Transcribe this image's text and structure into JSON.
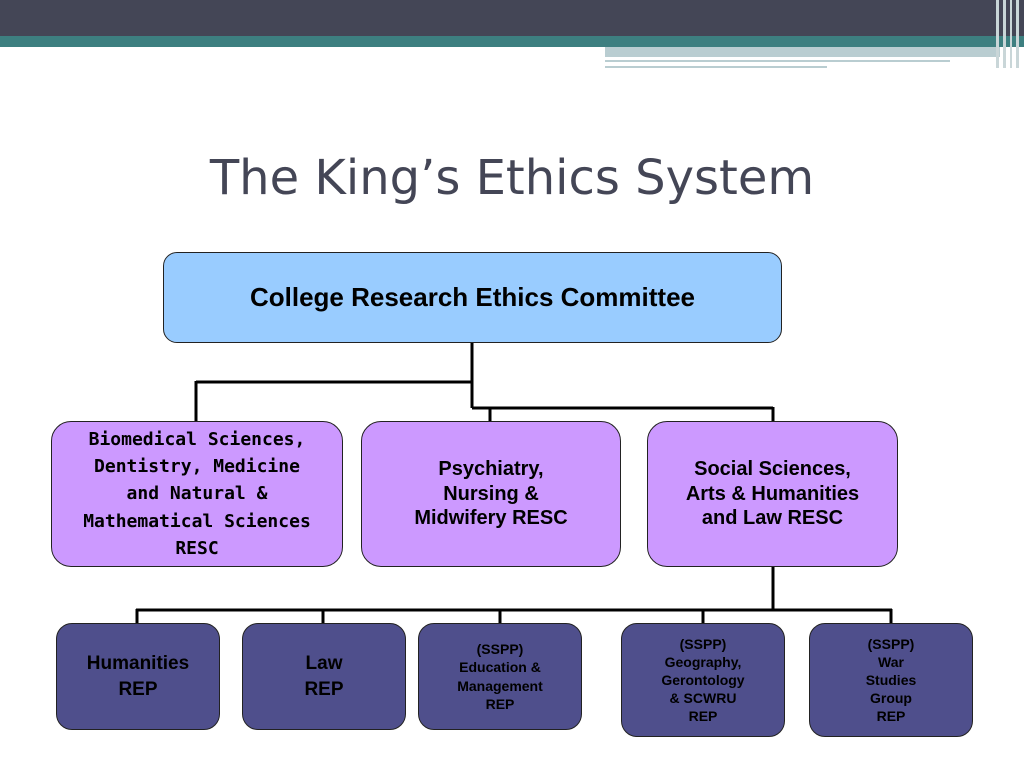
{
  "title": "The King’s Ethics System",
  "colors": {
    "header_dark": "#444656",
    "header_teal": "#3d7f80",
    "root_fill": "#99ccff",
    "resc_fill": "#cc99ff",
    "rep_fill": "#4f4f8c"
  },
  "nodes": {
    "root": "College Research Ethics Committee",
    "resc": [
      "Biomedical Sciences,\nDentistry, Medicine\nand Natural &\nMathematical Sciences\nRESC",
      "Psychiatry,\nNursing &\nMidwifery RESC",
      "Social Sciences,\nArts & Humanities\nand Law RESC"
    ],
    "reps": [
      "Humanities\nREP",
      "Law\nREP",
      "(SSPP)\nEducation &\nManagement\nREP",
      "(SSPP)\nGeography,\nGerontology\n& SCWRU\nREP",
      "(SSPP)\nWar\nStudies\nGroup\nREP"
    ]
  }
}
